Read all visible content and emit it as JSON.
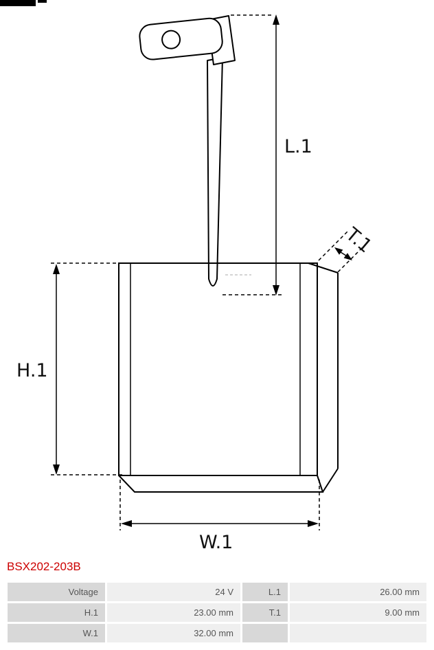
{
  "part_number": "BSX202-203B",
  "diagram": {
    "dim_labels": {
      "l1": "L.1",
      "h1": "H.1",
      "w1": "W.1",
      "t1": "T.1"
    }
  },
  "spec_table": {
    "rows": [
      [
        {
          "label": "Voltage",
          "value": "24 V"
        },
        {
          "label": "L.1",
          "value": "26.00 mm"
        }
      ],
      [
        {
          "label": "H.1",
          "value": "23.00 mm"
        },
        {
          "label": "T.1",
          "value": "9.00 mm"
        }
      ],
      [
        {
          "label": "W.1",
          "value": "32.00 mm"
        },
        {
          "label": "",
          "value": ""
        }
      ]
    ]
  },
  "colors": {
    "part_number": "#cc0000",
    "table_label_bg": "#d8d8d8",
    "table_value_bg": "#efefef",
    "line": "#000000"
  }
}
